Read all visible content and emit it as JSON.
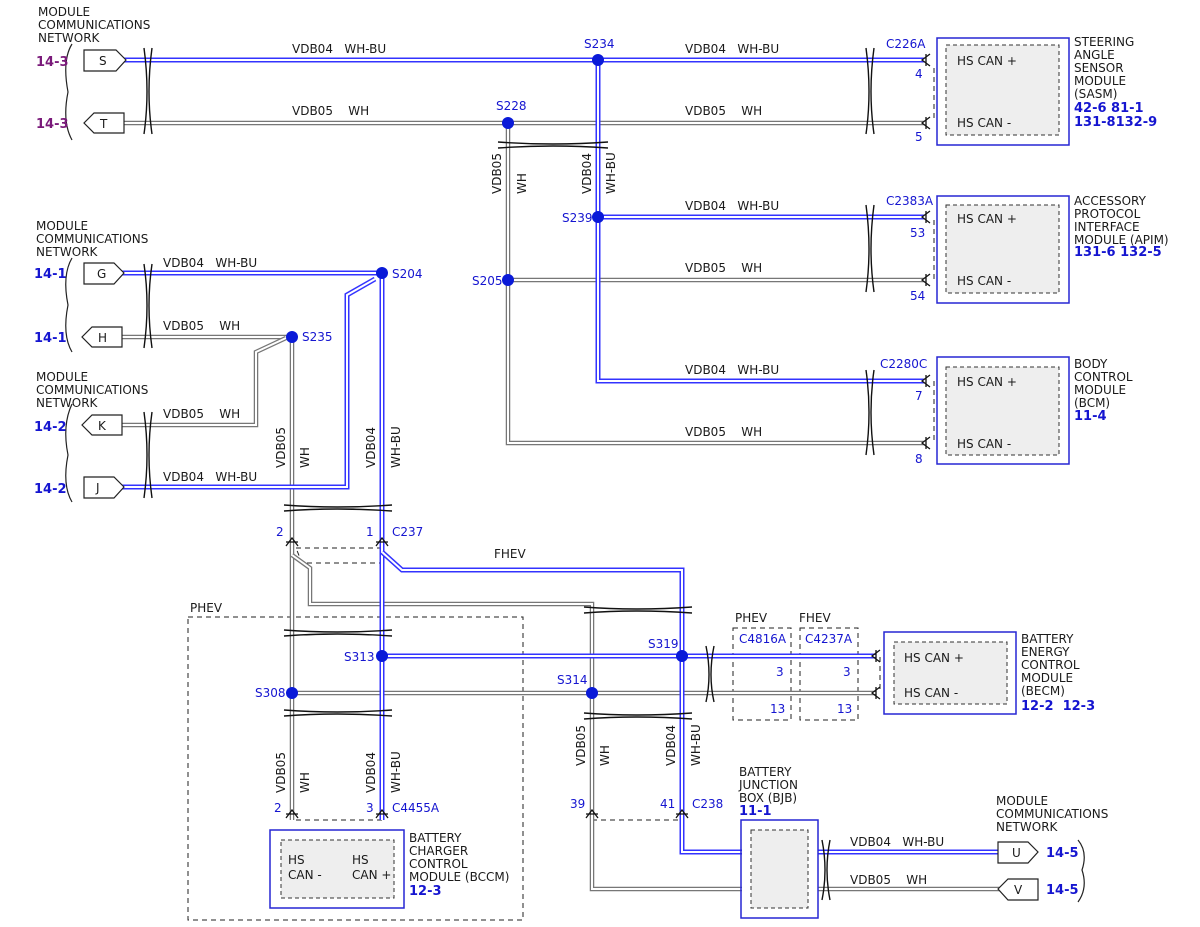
{
  "colors": {
    "accent": "#1515d0",
    "network": "#7a1a7a",
    "splice": "#0a1ad8"
  },
  "networks": {
    "top": "MODULE COMMUNICATIONS NETWORK",
    "mid1": "MODULE COMMUNICATIONS NETWORK",
    "mid2": "MODULE COMMUNICATIONS NETWORK",
    "bottom": "MODULE COMMUNICATIONS NETWORK"
  },
  "refs": {
    "s": "14-3",
    "t": "14-3",
    "g": "14-1",
    "h": "14-1",
    "k": "14-2",
    "j": "14-2",
    "u": "14-5",
    "v": "14-5"
  },
  "terms": {
    "s": "S",
    "t": "T",
    "g": "G",
    "h": "H",
    "k": "K",
    "j": "J",
    "u": "U",
    "v": "V"
  },
  "wires": {
    "vdb04": "VDB04",
    "vdb05": "VDB05",
    "whbu": "WH-BU",
    "wh": "WH",
    "w04": "VDB04   WH-BU",
    "w05": "VDB05    WH"
  },
  "splices": {
    "s234": "S234",
    "s228": "S228",
    "s239": "S239",
    "s205": "S205",
    "s204": "S204",
    "s235": "S235",
    "s313": "S313",
    "s308": "S308",
    "s319": "S319",
    "s314": "S314"
  },
  "connectors": {
    "c226a": "C226A",
    "c2383a": "C2383A",
    "c2280c": "C2280C",
    "c237": "C237",
    "c4455a": "C4455A",
    "c238": "C238",
    "c4816a": "C4816A",
    "c4237a": "C4237A"
  },
  "pins": {
    "p4": "4",
    "p5": "5",
    "p53": "53",
    "p54": "54",
    "p7": "7",
    "p8": "8",
    "c237a": "2",
    "c237b": "1",
    "bccm2": "2",
    "bccm3": "3",
    "c238a": "39",
    "c238b": "41",
    "p3a": "3",
    "p13a": "13",
    "p3b": "3",
    "p13b": "13"
  },
  "labels": {
    "hscanplus": "HS CAN +",
    "hscanminus": "HS CAN -",
    "hs": "HS",
    "canminus": "CAN -",
    "canplus": "CAN +",
    "phev": "PHEV",
    "fhev": "FHEV"
  },
  "modules": {
    "sasm": {
      "name": [
        "STEERING",
        "ANGLE",
        "SENSOR",
        "MODULE",
        "(SASM)"
      ],
      "refs": [
        "42-6  81-1",
        "131-8132-9"
      ]
    },
    "apim": {
      "name": [
        "ACCESSORY",
        "PROTOCOL",
        "INTERFACE",
        "MODULE (APIM)"
      ],
      "refs": [
        "131-6 132-5"
      ]
    },
    "bcm": {
      "name": [
        "BODY",
        "CONTROL",
        "MODULE",
        "(BCM)"
      ],
      "refs": [
        "11-4"
      ]
    },
    "becm": {
      "name": [
        "BATTERY",
        "ENERGY",
        "CONTROL",
        "MODULE",
        "(BECM)"
      ],
      "refs": [
        "12-2  12-3"
      ]
    },
    "bjb": {
      "name": [
        "BATTERY",
        "JUNCTION",
        "BOX (BJB)"
      ],
      "refs": [
        "11-1"
      ]
    },
    "bccm": {
      "name": [
        "BATTERY",
        "CHARGER",
        "CONTROL",
        "MODULE (BCCM)"
      ],
      "refs": [
        "12-3"
      ]
    }
  }
}
